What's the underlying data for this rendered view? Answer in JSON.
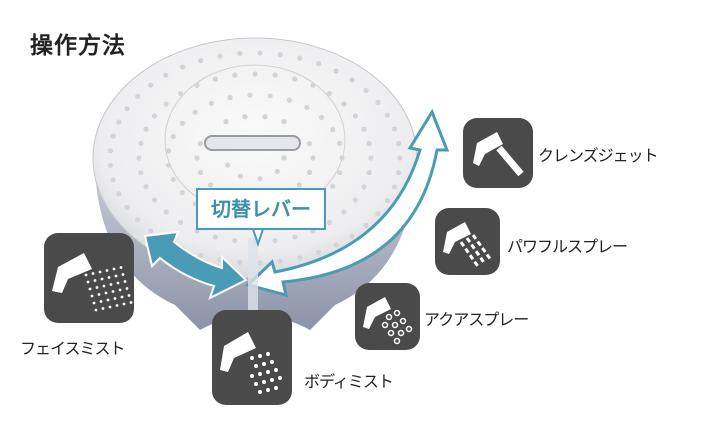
{
  "title": "操作方法",
  "lever_label": "切替レバー",
  "modes": [
    {
      "id": "cleanse-jet",
      "label": "クレンズジェット"
    },
    {
      "id": "powerful-spray",
      "label": "パワフルスプレー"
    },
    {
      "id": "aqua-spray",
      "label": "アクアスプレー"
    },
    {
      "id": "body-mist",
      "label": "ボディミスト"
    },
    {
      "id": "face-mist",
      "label": "フェイスミスト"
    }
  ],
  "colors": {
    "accent": "#4a9bb5",
    "icon_bg": "#4a4a4a"
  }
}
